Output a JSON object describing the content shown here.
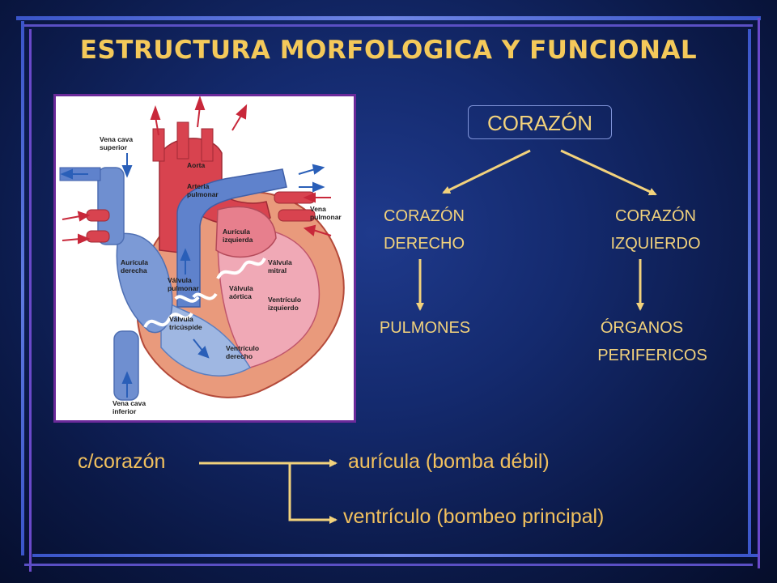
{
  "slide": {
    "title": "ESTRUCTURA MORFOLOGICA Y FUNCIONAL",
    "accent_color": "#f4c95a"
  },
  "heart_diagram": {
    "labels": {
      "vena_cava_superior": [
        "Vena cava",
        "superior"
      ],
      "aorta": "Aorta",
      "arteria_pulmonar": [
        "Arteria",
        "pulmonar"
      ],
      "vena_pulmonar": [
        "Vena",
        "pulmonar"
      ],
      "auricula_izquierda": [
        "Aurícula",
        "izquierda"
      ],
      "auricula_derecha": [
        "Aurícula",
        "derecha"
      ],
      "valvula_mitral": [
        "Válvula",
        "mitral"
      ],
      "valvula_pulmonar": [
        "Válvula",
        "pulmonar"
      ],
      "valvula_aortica": [
        "Válvula",
        "aórtica"
      ],
      "ventriculo_izquierdo": [
        "Ventrículo",
        "izquierdo"
      ],
      "valvula_tricuspide": [
        "Válvula",
        "tricúspide"
      ],
      "ventriculo_derecho": [
        "Ventrículo",
        "derecho"
      ],
      "vena_cava_inferior": [
        "Vena cava",
        "inferior"
      ]
    }
  },
  "flow_chart": {
    "root": "CORAZÓN",
    "left_branch": [
      "CORAZÓN",
      "DERECHO"
    ],
    "right_branch": [
      "CORAZÓN",
      "IZQUIERDO"
    ],
    "left_target": "PULMONES",
    "right_target": [
      "ÓRGANOS",
      "PERIFERICOS"
    ]
  },
  "bottom_note": {
    "source": "c/corazón",
    "target_1": "aurícula (bomba débil)",
    "target_2": "ventrículo (bombeo principal)"
  }
}
